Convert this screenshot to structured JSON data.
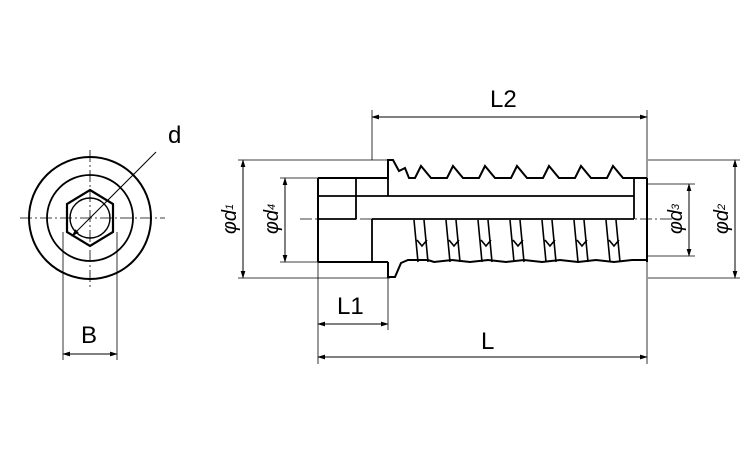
{
  "labels": {
    "d": "d",
    "b": "B",
    "l": "L",
    "l1": "L1",
    "l2": "L2",
    "phi": "φ",
    "d_main": "d",
    "sub_1": "1",
    "sub_2": "2",
    "sub_3": "3",
    "sub_4": "4"
  }
}
